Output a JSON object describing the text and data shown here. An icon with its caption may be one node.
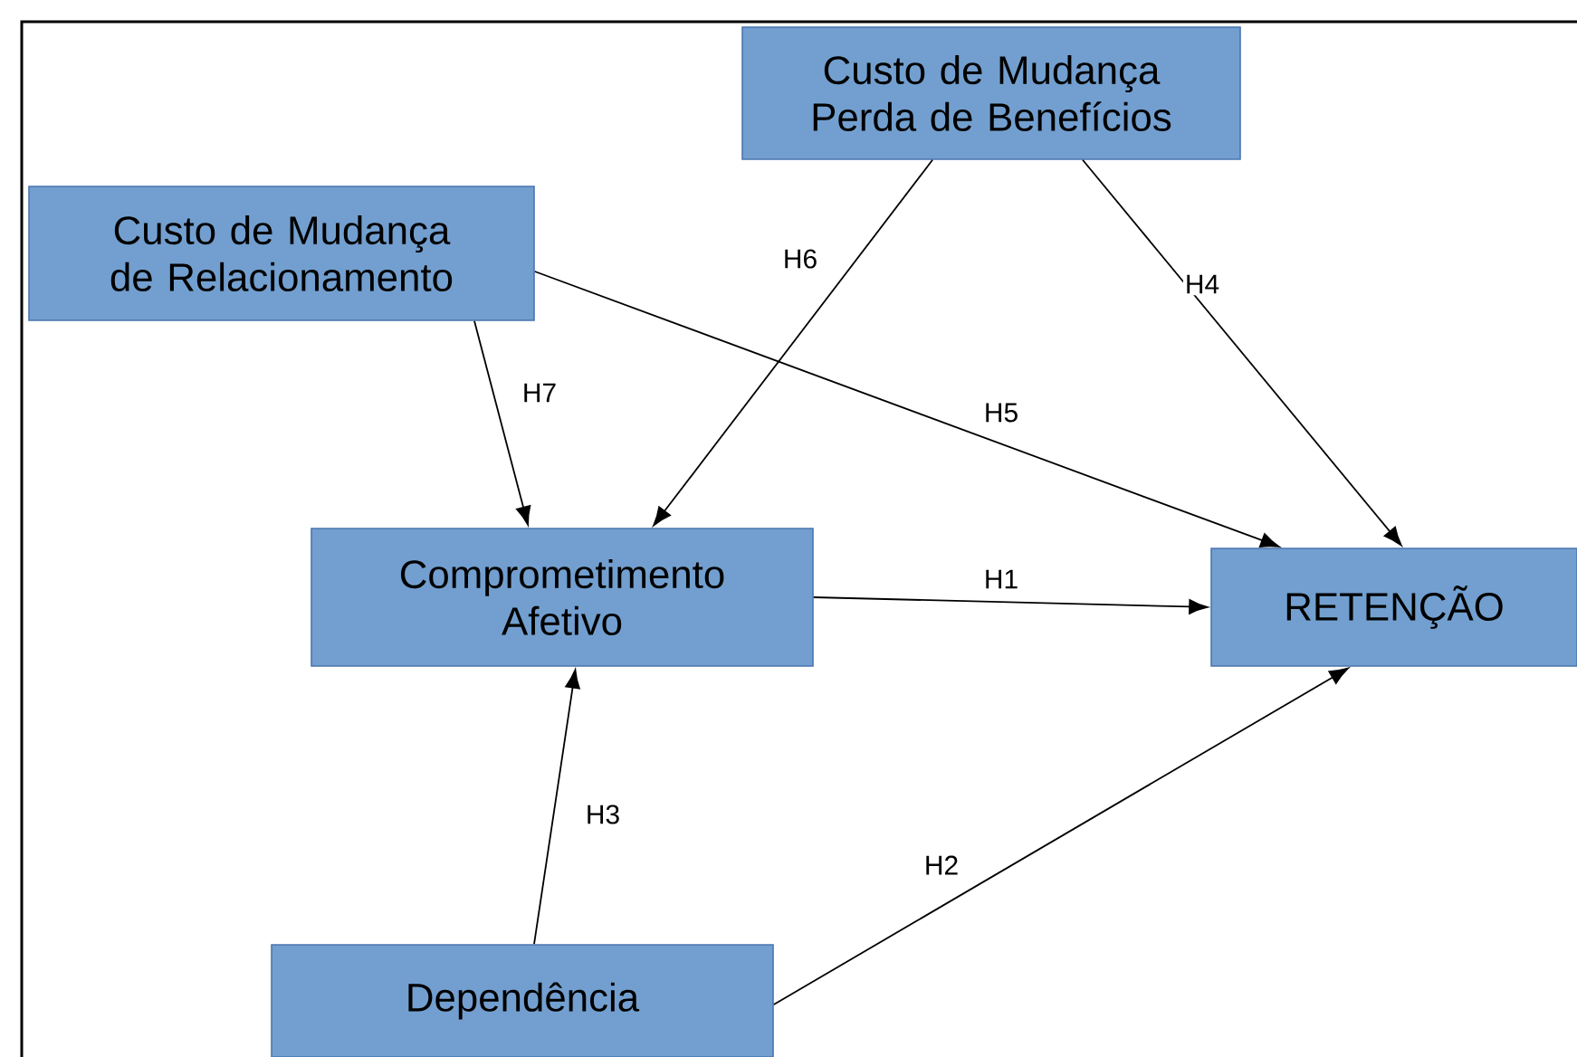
{
  "diagram": {
    "nodes": [
      {
        "text": [
          "Custo de Mudança Perda de Benefícios"
        ]
      },
      {
        "text": [
          "Custo de Mudança de Relacionamento"
        ]
      },
      {
        "text": [
          "Comprometimento Afetivo"
        ]
      },
      {
        "text": [
          "RETENÇÃO"
        ]
      },
      {
        "text": [
          "Dependência"
        ]
      }
    ],
    "edges": [
      {
        "from": 0,
        "to": 2,
        "arrow": "to",
        "label": "H6"
      },
      {
        "from": 0,
        "to": 3,
        "arrow": "to",
        "label": "H4"
      },
      {
        "from": 1,
        "to": 3,
        "arrow": "to",
        "label": "H5"
      },
      {
        "from": 1,
        "to": 2,
        "arrow": "to",
        "label": "H7"
      },
      {
        "from": 2,
        "to": 3,
        "arrow": "to",
        "label": "H1"
      },
      {
        "from": 4,
        "to": 2,
        "arrow": "to",
        "label": "H3"
      },
      {
        "from": 4,
        "to": 3,
        "arrow": "to",
        "label": "H2"
      }
    ]
  }
}
